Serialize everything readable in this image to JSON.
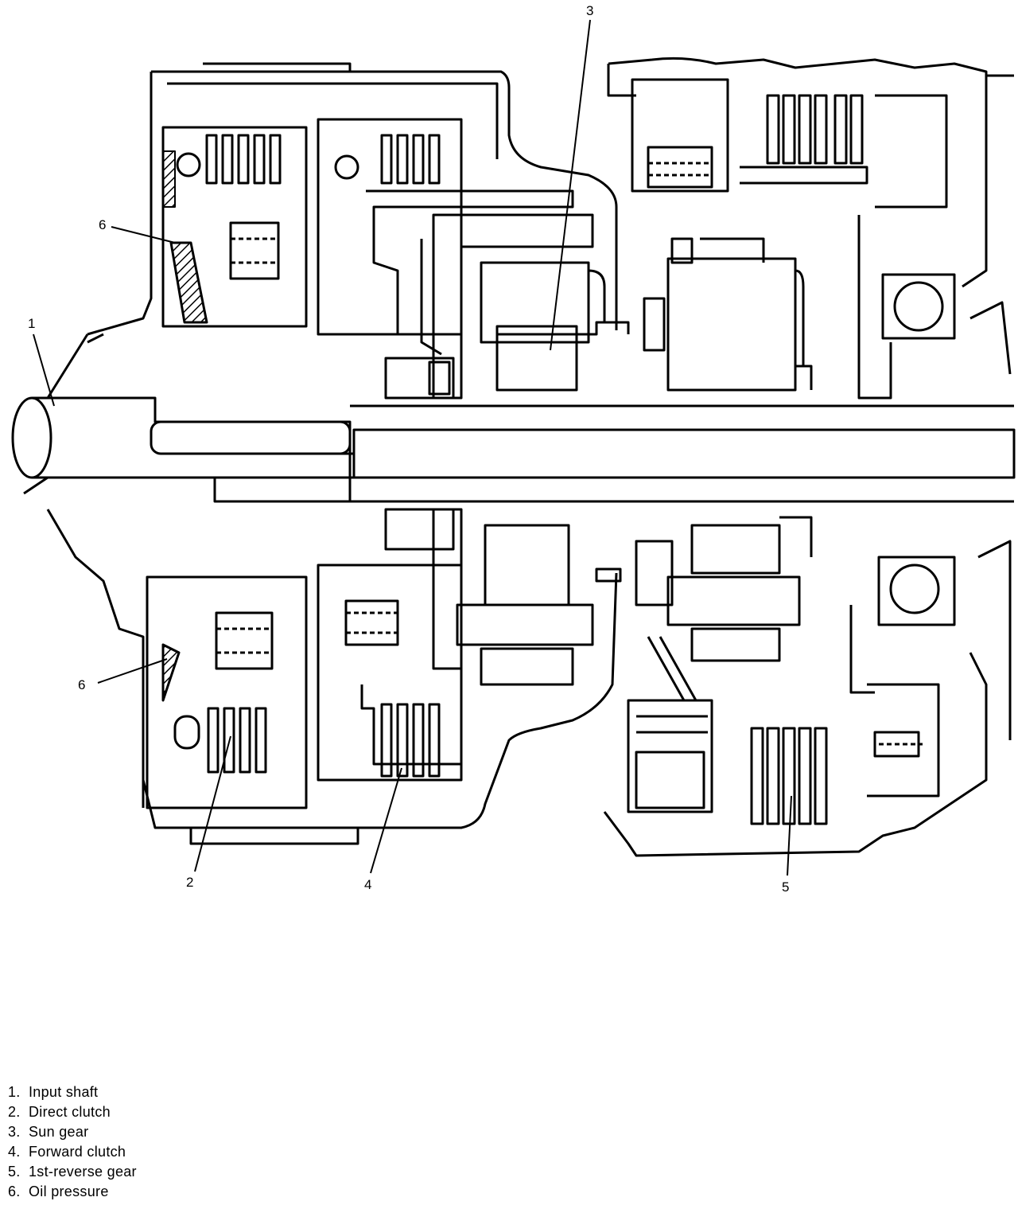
{
  "callouts": {
    "c1": "1",
    "c2": "2",
    "c3": "3",
    "c4": "4",
    "c5": "5",
    "c6_top": "6",
    "c6_bottom": "6"
  },
  "legend": [
    {
      "num": "1.",
      "label": "Input shaft"
    },
    {
      "num": "2.",
      "label": "Direct clutch"
    },
    {
      "num": "3.",
      "label": "Sun gear"
    },
    {
      "num": "4.",
      "label": "Forward clutch"
    },
    {
      "num": "5.",
      "label": "1st-reverse gear"
    },
    {
      "num": "6.",
      "label": "Oil pressure"
    }
  ],
  "colors": {
    "ink": "#000000",
    "paper": "#ffffff"
  }
}
